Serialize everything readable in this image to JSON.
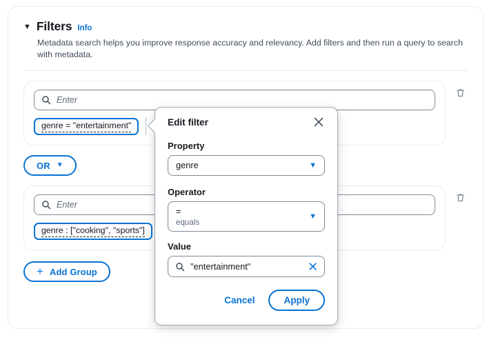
{
  "header": {
    "collapse_caret": "▼",
    "title": "Filters",
    "info_label": "Info",
    "description": "Metadata search helps you improve response accuracy and relevancy. Add filters and then run a query to search with metadata."
  },
  "groups": [
    {
      "search_placeholder": "Enter",
      "token": "genre = \"entertainment\"",
      "delete_title": "Delete group"
    },
    {
      "search_placeholder": "Enter",
      "token": "genre : [\"cooking\", \"sports\"]",
      "delete_title": "Delete group"
    }
  ],
  "joiner": {
    "label": "OR",
    "caret": "▼"
  },
  "add_group": {
    "plus": "+",
    "label": "Add Group"
  },
  "popover": {
    "title": "Edit filter",
    "property_label": "Property",
    "property_value": "genre",
    "property_caret": "▼",
    "operator_label": "Operator",
    "operator_symbol": "=",
    "operator_name": "equals",
    "operator_caret": "▼",
    "value_label": "Value",
    "value_text": "\"entertainment\"",
    "cancel_label": "Cancel",
    "apply_label": "Apply"
  },
  "colors": {
    "accent": "#0972d3",
    "border": "#7d8998",
    "card_border": "#e9ebed",
    "text": "#16191f",
    "muted": "#5f6b7a"
  }
}
